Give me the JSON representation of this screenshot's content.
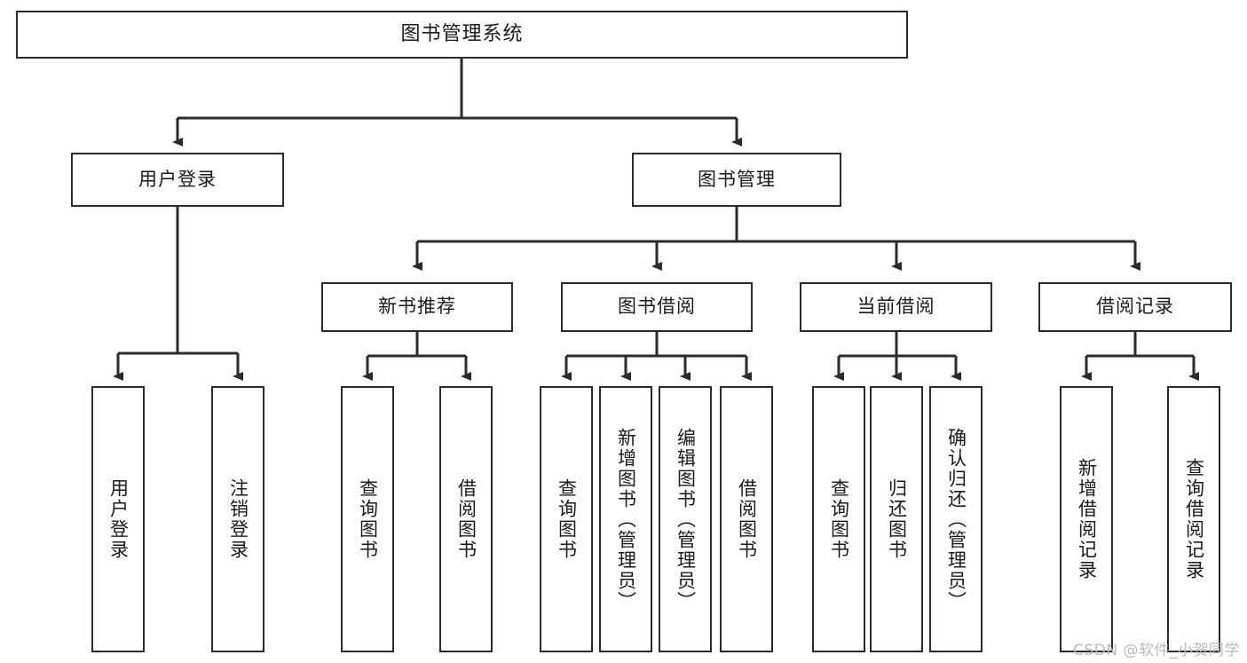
{
  "diagram": {
    "title": "图书管理系统",
    "watermark": "CSDN @软件_小贺同学",
    "line_color": "#2b2b2b",
    "box_fill": "#ffffff",
    "text_color": "#1a1a1a",
    "levels": {
      "root": {
        "label": "图书管理系统"
      },
      "level2": [
        {
          "label": "用户登录"
        },
        {
          "label": "图书管理"
        }
      ],
      "level3": [
        {
          "label": "新书推荐"
        },
        {
          "label": "图书借阅"
        },
        {
          "label": "当前借阅"
        },
        {
          "label": "借阅记录"
        }
      ],
      "leaves": {
        "user_login": [
          {
            "label": "用户登录"
          },
          {
            "label": "注销登录"
          }
        ],
        "new_book_recommend": [
          {
            "label": "查询图书"
          },
          {
            "label": "借阅图书"
          }
        ],
        "book_borrow": [
          {
            "label": "查询图书"
          },
          {
            "label": "新增图书（管理员）"
          },
          {
            "label": "编辑图书（管理员）"
          },
          {
            "label": "借阅图书"
          }
        ],
        "current_borrow": [
          {
            "label": "查询图书"
          },
          {
            "label": "归还图书"
          },
          {
            "label": "确认归还（管理员）"
          }
        ],
        "borrow_records": [
          {
            "label": "新增借阅记录"
          },
          {
            "label": "查询借阅记录"
          }
        ]
      }
    }
  }
}
